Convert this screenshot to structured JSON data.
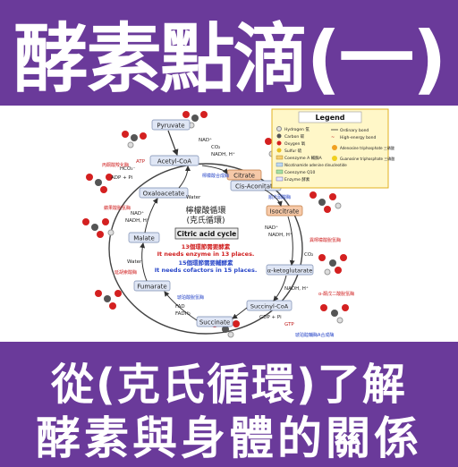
{
  "header": {
    "title": "酵素點滴(一)"
  },
  "footer": {
    "line1": "從(克氏循環)了解",
    "line2": "酵素與身體的關係"
  },
  "cycle": {
    "center_title_zh": "檸檬酸循環",
    "center_subtitle_zh": "(克氏循環)",
    "center_title_en": "Citric acid cycle",
    "note_zh_1": "13個環節需要酵素",
    "note_en_1": "It needs enzyme in 13 places.",
    "note_zh_2": "15個環節需要輔酵素",
    "note_en_2": "It needs cofactors in 15 places.",
    "nodes": {
      "pyruvate": "Pyruvate",
      "acetyl_coa": "Acetyl-CoA",
      "citrate": "Citrate",
      "cis_aconitate": "Cis-Aconitate",
      "isocitrate": "Isocitrate",
      "ketoglutarate": "α-ketoglutarate",
      "succinyl_coa": "Succinyl-CoA",
      "succinate": "Succinate",
      "fumarate": "Fumarate",
      "malate": "Malate",
      "oxaloacetate": "Oxaloacetate"
    },
    "labels": {
      "water": "Water",
      "nad": "NAD⁺",
      "nadh": "NADH, H⁺",
      "co2": "CO₂",
      "fad": "FAD",
      "fadh2": "FADH₂",
      "gdp": "GDP + Pi",
      "gtp": "GTP",
      "atp": "ATP",
      "adp": "ADP + Pi",
      "hco3": "HCO₃⁻",
      "coa": "CoA",
      "enzyme_1": "丙酮酸羧化酶",
      "enzyme_2": "檸檬酸合成酶",
      "enzyme_3": "順烏頭酸酶",
      "enzyme_4": "異檸檬酸脫氫酶",
      "enzyme_5": "α-酮戊二酸脫氫酶",
      "enzyme_6": "琥珀醯輔酶A合成酶",
      "enzyme_7": "琥珀酸脫氫酶",
      "enzyme_8": "延胡索酸酶",
      "enzyme_9": "蘋果酸脫氫酶"
    }
  },
  "legend": {
    "title": "Legend",
    "items": [
      "Hydrogen 氫",
      "Carbon 碳",
      "Oxygen 氧",
      "Sulfur 硫",
      "Coenzyme A 輔酶A",
      "Nicotinamide adenine dinucleotide",
      "Coenzyme Q10",
      "Ordinary bond",
      "High-energy bond",
      "Adenosine triphosphate 三磷酸",
      "Guanosine triphosphate 三磷酸",
      "Enzyme 酵素"
    ]
  },
  "colors": {
    "purple": "#6a3a9a",
    "white": "#ffffff",
    "node_fill": "#dfe6f5",
    "node_orange": "#f6c9a8",
    "oxygen": "#d42020",
    "carbon": "#555555",
    "arrow": "#333333",
    "enzyme_blue": "#2846c8",
    "enzyme_red": "#d02020",
    "legend_bg": "#fff7c8",
    "legend_border": "#e0b020"
  }
}
